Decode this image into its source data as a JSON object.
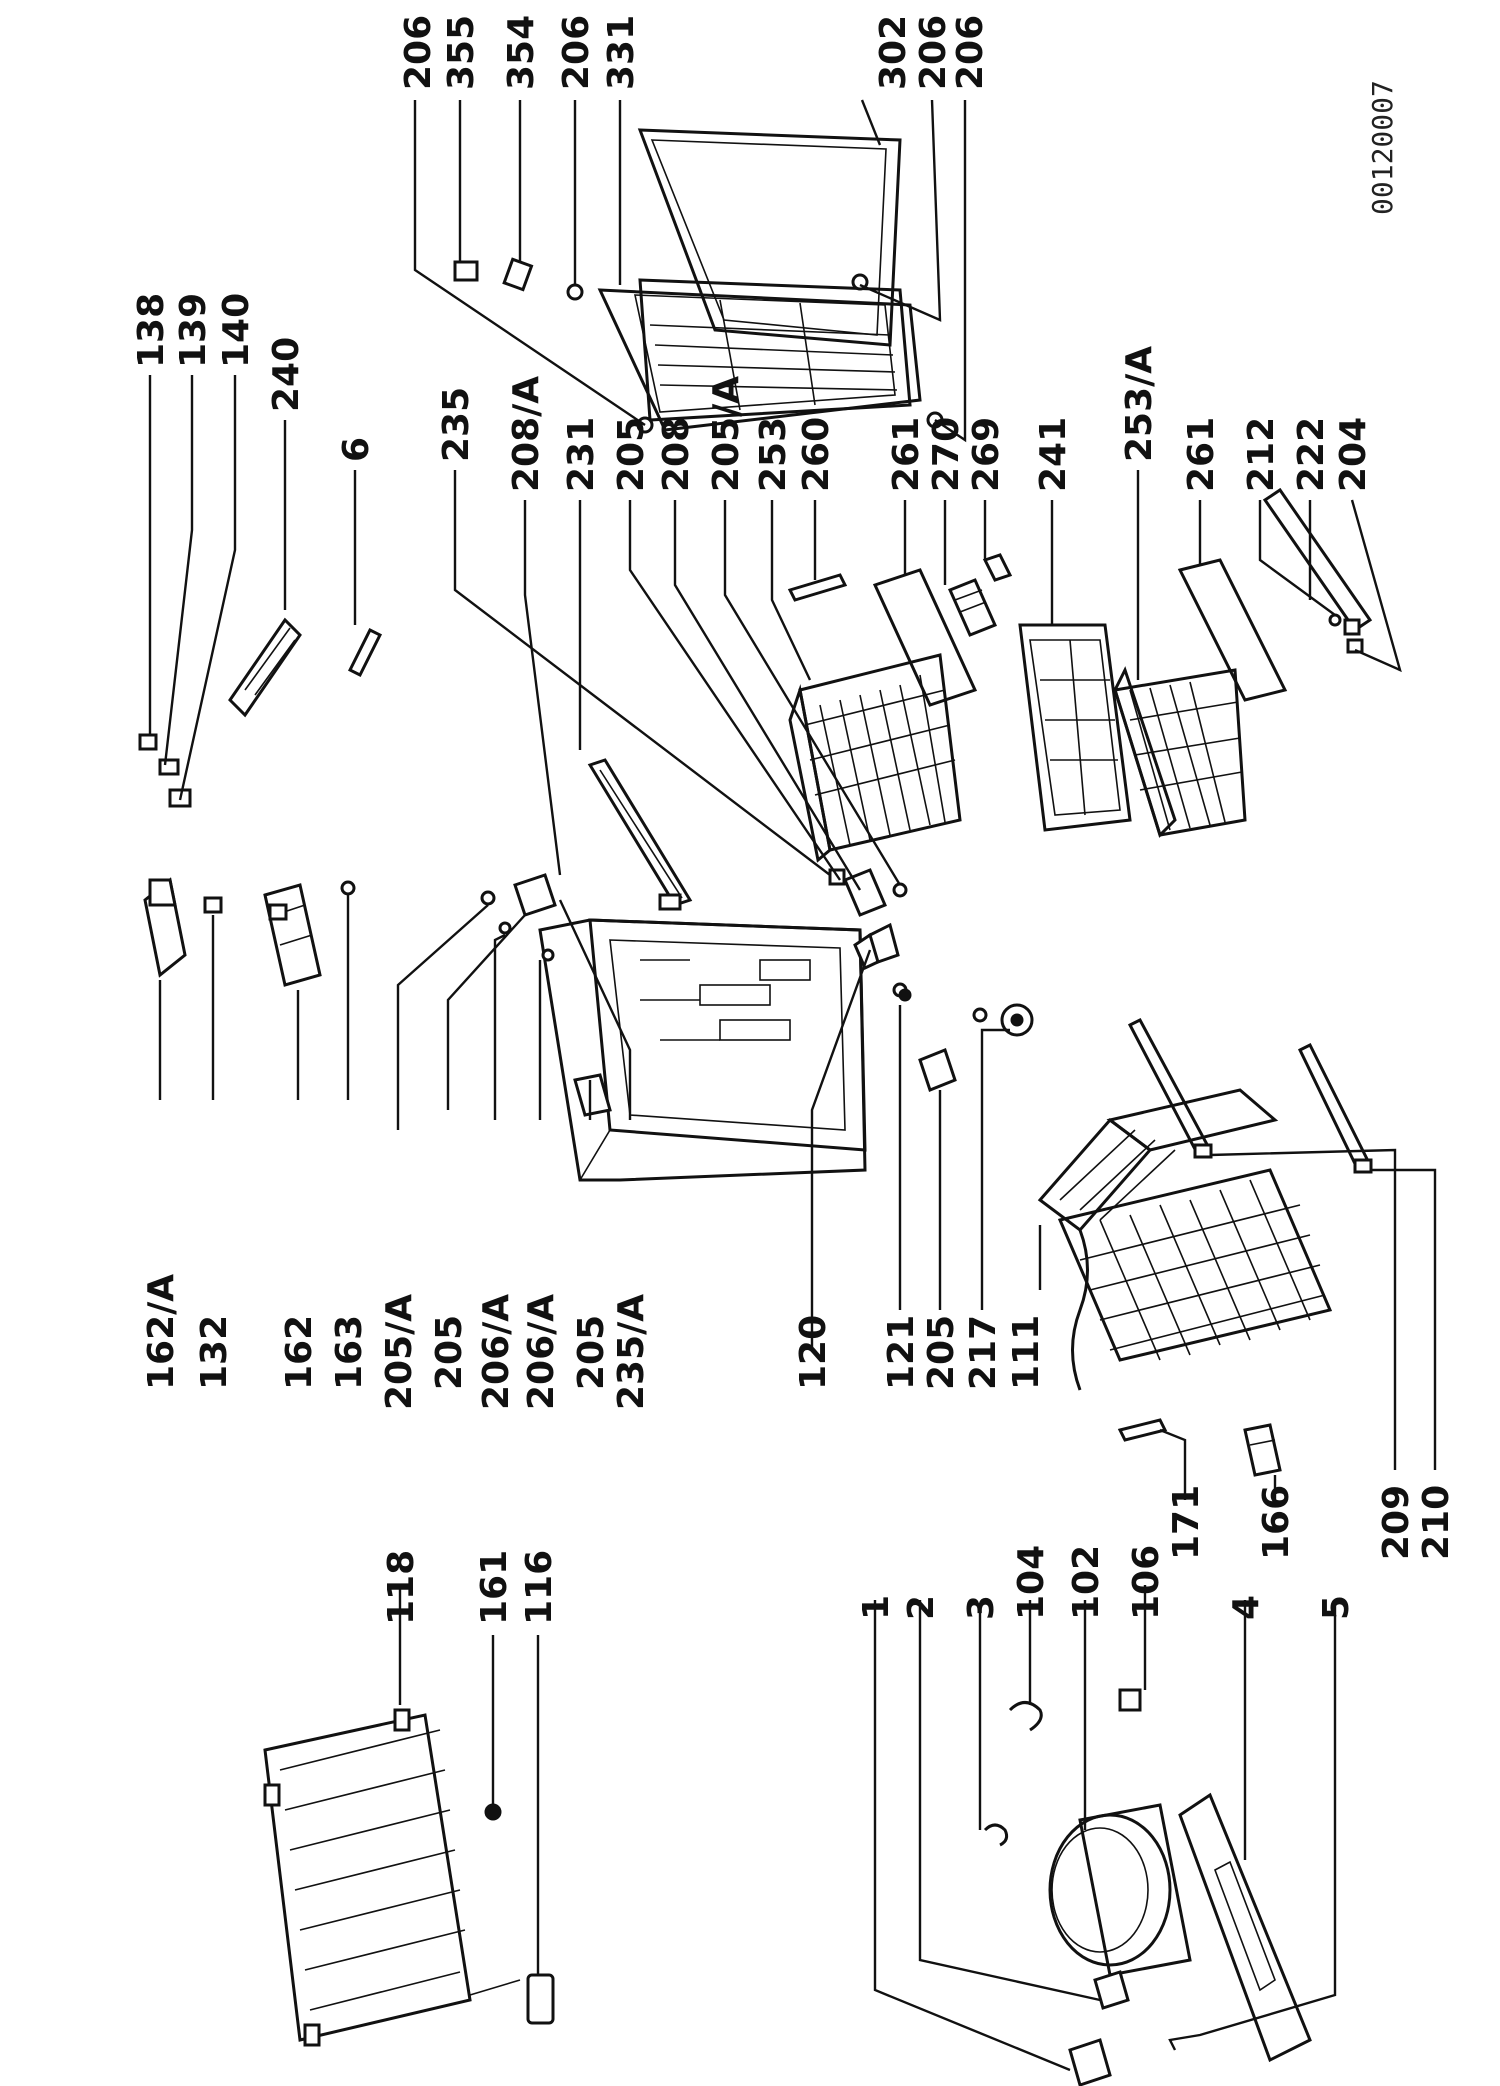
{
  "drawing_code": "00120007",
  "labels": {
    "l206a": "206",
    "l355": "355",
    "l354": "354",
    "l206b": "206",
    "l331": "331",
    "l302": "302",
    "l206c": "206",
    "l206d": "206",
    "l138": "138",
    "l139": "139",
    "l140": "140",
    "l240": "240",
    "l6": "6",
    "l235": "235",
    "l208A": "208/A",
    "l231": "231",
    "l205a": "205",
    "l208": "208",
    "l205Aa": "205/A",
    "l253": "253",
    "l260": "260",
    "l261a": "261",
    "l270": "270",
    "l269": "269",
    "l241": "241",
    "l253A": "253/A",
    "l261b": "261",
    "l212": "212",
    "l222": "222",
    "l204": "204",
    "l162A": "162/A",
    "l132": "132",
    "l162": "162",
    "l163": "163",
    "l205Ab": "205/A",
    "l205b": "205",
    "l206Aa": "206/A",
    "l206Ab": "206/A",
    "l205c": "205",
    "l235A": "235/A",
    "l120": "120",
    "l121": "121",
    "l205d": "205",
    "l217": "217",
    "l111": "111",
    "l171": "171",
    "l166": "166",
    "l209": "209",
    "l210": "210",
    "l118": "118",
    "l161": "161",
    "l116": "116",
    "l1": "1",
    "l2": "2",
    "l3": "3",
    "l104": "104",
    "l102": "102",
    "l106": "106",
    "l4": "4",
    "l5": "5"
  }
}
